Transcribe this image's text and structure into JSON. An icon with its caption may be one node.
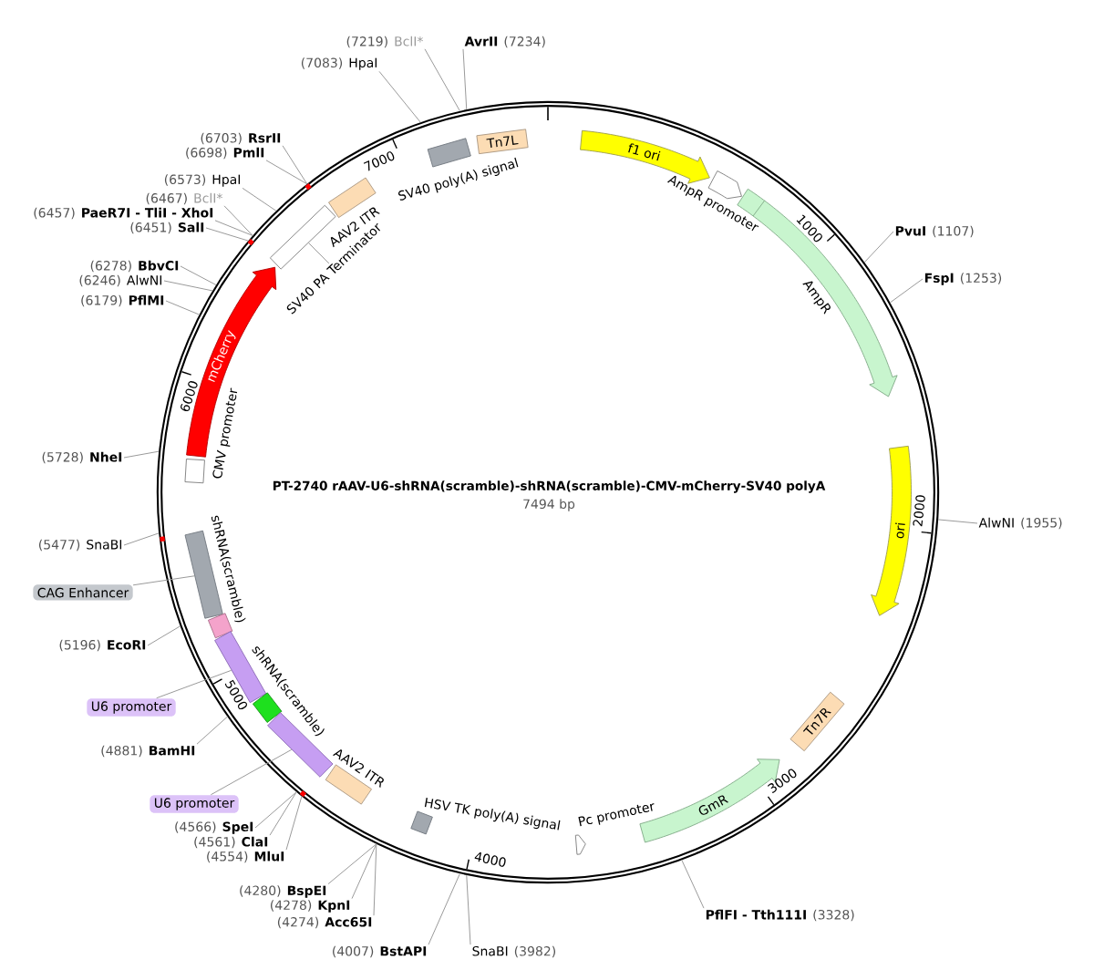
{
  "diagram": {
    "title": "PT-2740 rAAV-U6-shRNA(scramble)-shRNA(scramble)-CMV-mCherry-SV40 polyA",
    "nodes": [
      {
        "text": [],
        "shape": "circle"
      },
      {
        "text": [
          "(7219)",
          "BclI*"
        ]
      },
      {
        "text": [
          "AvrII",
          "(7234)"
        ]
      },
      {
        "text": [
          "(7083)",
          "HpaI"
        ]
      },
      {
        "text": [
          "Tn7L"
        ],
        "in": 0
      },
      {
        "text": [
          "f1 ori"
        ],
        "in": 0
      },
      {
        "text": [],
        "shape": "box",
        "in": 0,
        "beside": [
          "SV40 poly(A) signal"
        ]
      },
      {
        "text": [
          "(6703)",
          "RsrII"
        ]
      },
      {
        "text": [
          "(6698)",
          "PmlI"
        ]
      },
      {
        "text": [],
        "shape": "arrow",
        "in": 0,
        "beside": [
          "AmpR promoter"
        ]
      },
      {
        "text": [
          "(6573)",
          "HpaI"
        ]
      },
      {
        "text": [
          "(6467)",
          "BclI*"
        ]
      },
      {
        "text": [],
        "shape": "box",
        "in": 0,
        "beside": [
          "AAV2 ITR"
        ]
      },
      {
        "text": [
          "(6457)",
          "PaeR7I - TliI - XhoI"
        ]
      },
      {
        "text": [
          "(6451)",
          "SalI"
        ]
      },
      {
        "text": [
          "PvuI",
          "(1107)"
        ]
      },
      {
        "text": [],
        "shape": "box",
        "in": 0
      },
      {
        "text": [
          "SV40 PA Terminator"
        ],
        "in": 0
      },
      {
        "text": [
          "(6278)",
          "BbvCI"
        ]
      },
      {
        "text": [
          "(6246)",
          "AlwNI"
        ]
      },
      {
        "text": [
          "FspI",
          "(1253)"
        ]
      },
      {
        "text": [],
        "shape": "arrow",
        "in": 0,
        "beside": [
          "AmpR"
        ]
      },
      {
        "text": [
          "(6179)",
          "PflMI"
        ]
      },
      {
        "text": [
          "mCherry"
        ],
        "in": 0
      },
      {
        "text": [
          "(5728)",
          "NheI"
        ]
      },
      {
        "text": [],
        "shape": "box",
        "in": 0
      },
      {
        "text": [
          "AlwNI",
          "(1955)"
        ]
      },
      {
        "text": [
          "ori"
        ],
        "in": 0
      },
      {
        "text": [
          "(5477)",
          "SnaBI"
        ]
      },
      {
        "text": [],
        "shape": "bar",
        "in": 0
      },
      {
        "text": [
          "CAG Enhancer"
        ]
      },
      {
        "text": [],
        "shape": "box",
        "in": 0,
        "beside": [
          "shRNA(scramble)"
        ]
      },
      {
        "text": [
          "(5196)",
          "EcoRI"
        ]
      },
      {
        "text": [],
        "shape": "bar",
        "in": 0
      },
      {
        "text": [
          "U6 promoter"
        ]
      },
      {
        "text": [],
        "shape": "box",
        "in": 0,
        "beside": [
          "shRNA(scramble)"
        ]
      },
      {
        "text": [
          "(4881)",
          "BamHI"
        ]
      },
      {
        "text": [
          "Tn7R"
        ],
        "in": 0
      },
      {
        "text": [],
        "shape": "bar",
        "in": 0
      },
      {
        "text": [],
        "shape": "box",
        "in": 0,
        "beside": [
          "AAV2 ITR"
        ]
      },
      {
        "text": [
          "U6 promoter"
        ]
      },
      {
        "text": [],
        "shape": "box",
        "in": 0,
        "beside": [
          "HSV TK poly(A) signal"
        ]
      },
      {
        "text": [],
        "shape": "arrow",
        "in": 0
      },
      {
        "text": [
          "GmR"
        ],
        "in": 0
      },
      {
        "text": [
          "(4566)",
          "SpeI"
        ]
      },
      {
        "text": [
          "(4561)",
          "ClaI"
        ]
      },
      {
        "text": [
          "(4554)",
          "MluI"
        ]
      },
      {
        "text": [
          "(4280)",
          "BspEI"
        ]
      },
      {
        "text": [
          "(4278)",
          "KpnI"
        ]
      },
      {
        "text": [
          "(4274)",
          "Acc65I"
        ]
      },
      {
        "text": [
          "PflFI - Tth111I",
          "(3328)"
        ]
      },
      {
        "text": [
          "(4007)",
          "BstAPI"
        ]
      },
      {
        "text": [
          "SnaBI",
          "(3982)"
        ]
      }
    ],
    "edges": [
      {
        "from": 1,
        "to": 0,
        "arrow": "none"
      },
      {
        "from": 2,
        "to": 0,
        "arrow": "none"
      },
      {
        "from": 3,
        "to": 0,
        "arrow": "none"
      },
      {
        "from": 7,
        "to": 0,
        "arrow": "none"
      },
      {
        "from": 8,
        "to": 0,
        "arrow": "none"
      },
      {
        "from": 10,
        "to": 0,
        "arrow": "none"
      },
      {
        "from": 11,
        "to": 0,
        "arrow": "none"
      },
      {
        "from": 13,
        "to": 0,
        "arrow": "none"
      },
      {
        "from": 14,
        "to": 0,
        "arrow": "none"
      },
      {
        "from": 15,
        "to": 0,
        "arrow": "none"
      },
      {
        "from": 17,
        "to": 16,
        "arrow": "none"
      },
      {
        "from": 18,
        "to": 0,
        "arrow": "none"
      },
      {
        "from": 19,
        "to": 0,
        "arrow": "none"
      },
      {
        "from": 20,
        "to": 0,
        "arrow": "none"
      },
      {
        "from": 22,
        "to": 0,
        "arrow": "none"
      },
      {
        "from": 24,
        "to": 0,
        "arrow": "none"
      },
      {
        "from": 26,
        "to": 0,
        "arrow": "none"
      },
      {
        "from": 28,
        "to": 0,
        "arrow": "none"
      },
      {
        "from": 30,
        "to": 29,
        "arrow": "none"
      },
      {
        "from": 32,
        "to": 0,
        "arrow": "none"
      },
      {
        "from": 34,
        "to": 33,
        "arrow": "none"
      },
      {
        "from": 36,
        "to": 0,
        "arrow": "none"
      },
      {
        "from": 40,
        "to": 38,
        "arrow": "none"
      },
      {
        "from": 44,
        "to": 0,
        "arrow": "none"
      },
      {
        "from": 45,
        "to": 0,
        "arrow": "none"
      },
      {
        "from": 46,
        "to": 0,
        "arrow": "none"
      },
      {
        "from": 47,
        "to": 0,
        "arrow": "none"
      },
      {
        "from": 48,
        "to": 0,
        "arrow": "none"
      },
      {
        "from": 49,
        "to": 0,
        "arrow": "none"
      },
      {
        "from": 50,
        "to": 0,
        "arrow": "none"
      },
      {
        "from": 51,
        "to": 0,
        "arrow": "none"
      },
      {
        "from": 52,
        "to": 0,
        "arrow": "none"
      }
    ],
    "labels": [
      "7000",
      "1000",
      "6000",
      "CMV promoter",
      "7494 bp",
      "2000",
      "5000",
      "3000",
      "Pc promoter",
      "4000"
    ]
  }
}
